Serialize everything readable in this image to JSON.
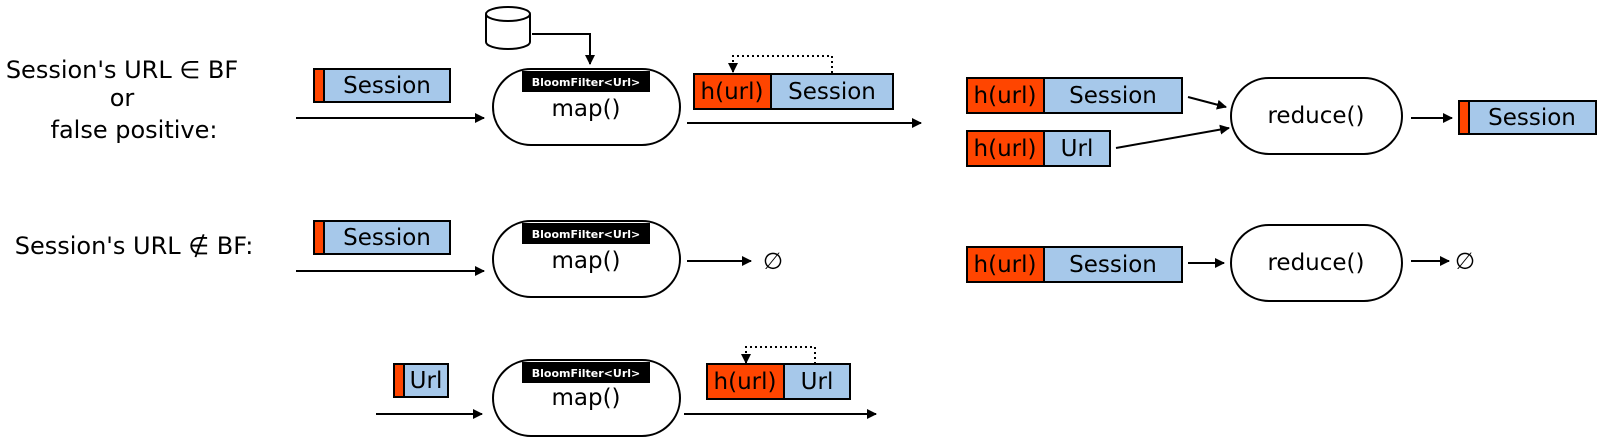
{
  "row_labels": {
    "in_bf_line1": "Session's URL ∈ BF",
    "in_bf_line2": "or",
    "in_bf_line3": "false positive:",
    "not_in_bf": "Session's URL ∉ BF:"
  },
  "map_label": "map()",
  "reduce_label": "reduce()",
  "bloom_filter_label": "BloomFilter<Url>",
  "session_label": "Session",
  "url_label": "Url",
  "hash_label": "h(url)",
  "empty_set": "∅",
  "colors": {
    "hash": "#ff4500",
    "record": "#a6c8ea",
    "badge": "#000000",
    "stroke": "#000000"
  }
}
